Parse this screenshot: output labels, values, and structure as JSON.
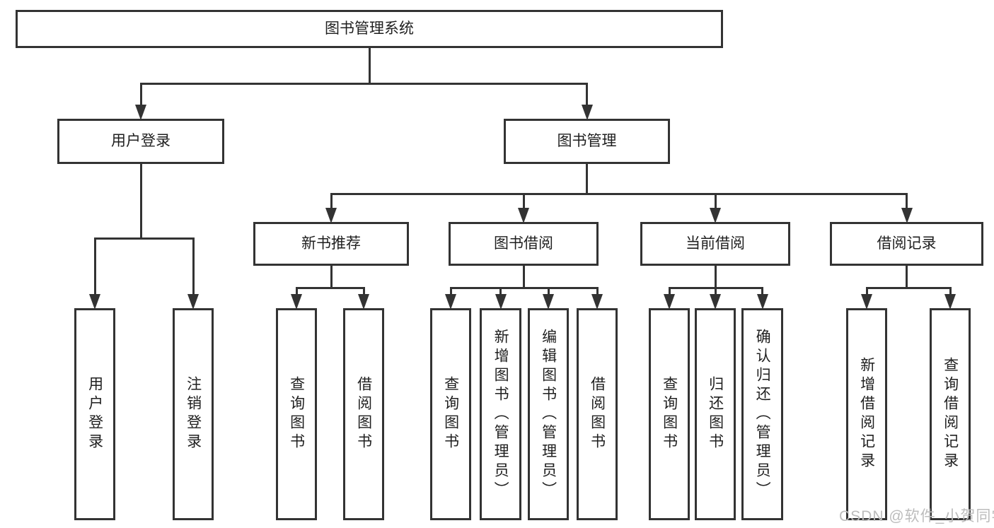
{
  "diagram": {
    "title": "图书管理系统",
    "watermark": "CSDN @软件_小贺同学",
    "colors": {
      "line": "#333333",
      "text": "#1f1f1f",
      "watermark": "#bcbcbc",
      "background": "#ffffff"
    },
    "nodes": [
      {
        "id": "root",
        "label": "图书管理系统",
        "parent": null,
        "orientation": "horizontal"
      },
      {
        "id": "user-login",
        "label": "用户登录",
        "parent": "root",
        "orientation": "horizontal"
      },
      {
        "id": "book-mgmt",
        "label": "图书管理",
        "parent": "root",
        "orientation": "horizontal"
      },
      {
        "id": "new-book-rec",
        "label": "新书推荐",
        "parent": "book-mgmt",
        "orientation": "horizontal"
      },
      {
        "id": "book-borrow",
        "label": "图书借阅",
        "parent": "book-mgmt",
        "orientation": "horizontal"
      },
      {
        "id": "current-borrow",
        "label": "当前借阅",
        "parent": "book-mgmt",
        "orientation": "horizontal"
      },
      {
        "id": "borrow-records",
        "label": "借阅记录",
        "parent": "book-mgmt",
        "orientation": "horizontal"
      },
      {
        "id": "login-user-login",
        "label": "用户登录",
        "parent": "user-login",
        "orientation": "vertical"
      },
      {
        "id": "login-logout",
        "label": "注销登录",
        "parent": "user-login",
        "orientation": "vertical"
      },
      {
        "id": "rec-query-books",
        "label": "查询图书",
        "parent": "new-book-rec",
        "orientation": "vertical"
      },
      {
        "id": "rec-borrow-books",
        "label": "借阅图书",
        "parent": "new-book-rec",
        "orientation": "vertical"
      },
      {
        "id": "bb-query-books",
        "label": "查询图书",
        "parent": "book-borrow",
        "orientation": "vertical"
      },
      {
        "id": "bb-add-books",
        "label": "新增图书（管理员）",
        "parent": "book-borrow",
        "orientation": "vertical"
      },
      {
        "id": "bb-edit-books",
        "label": "编辑图书（管理员）",
        "parent": "book-borrow",
        "orientation": "vertical"
      },
      {
        "id": "bb-borrow-books",
        "label": "借阅图书",
        "parent": "book-borrow",
        "orientation": "vertical"
      },
      {
        "id": "cb-query-books",
        "label": "查询图书",
        "parent": "current-borrow",
        "orientation": "vertical"
      },
      {
        "id": "cb-return-books",
        "label": "归还图书",
        "parent": "current-borrow",
        "orientation": "vertical"
      },
      {
        "id": "cb-confirm-return",
        "label": "确认归还（管理员）",
        "parent": "current-borrow",
        "orientation": "vertical"
      },
      {
        "id": "br-add-record",
        "label": "新增借阅记录",
        "parent": "borrow-records",
        "orientation": "vertical"
      },
      {
        "id": "br-query-record",
        "label": "查询借阅记录",
        "parent": "borrow-records",
        "orientation": "vertical"
      }
    ]
  }
}
